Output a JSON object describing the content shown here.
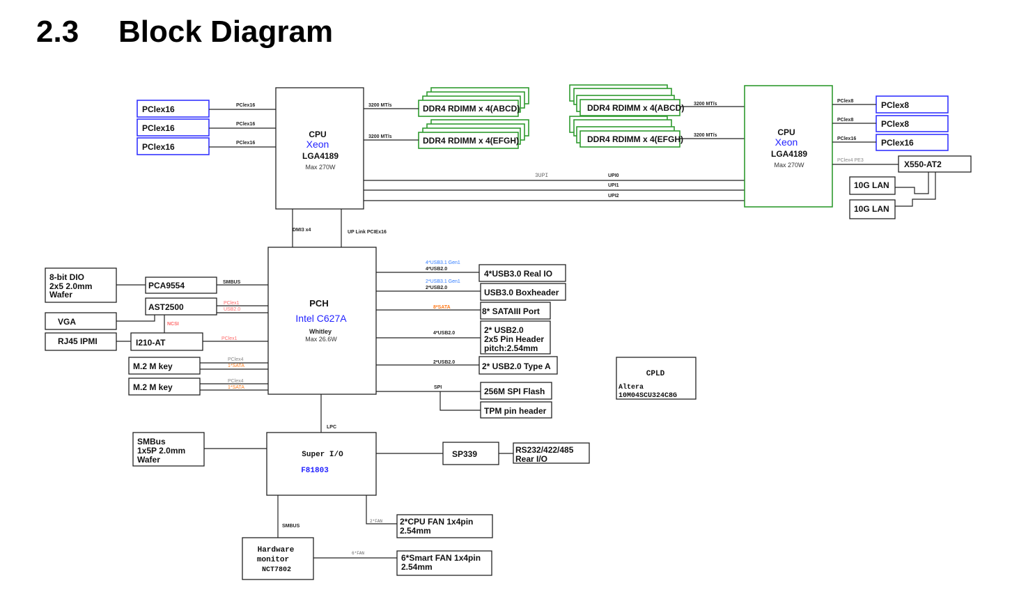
{
  "heading": {
    "number": "2.3",
    "title": "Block Diagram"
  },
  "colors": {
    "pcie_border": "#3333ff",
    "ddr_border": "#2e9a2e",
    "cpu_model": "#2222ff",
    "pink_signal": "#ff6b6b",
    "sata_signal": "#ff7a1a"
  },
  "cpu0": {
    "name": "CPU",
    "model": "Xeon",
    "socket": "LGA4189",
    "power": "Max 270W",
    "pcie_slots": [
      "PClex16",
      "PClex16",
      "PClex16"
    ],
    "pcie_links": [
      "PClex16",
      "PClex16",
      "PClex16"
    ],
    "memory": [
      "DDR4 RDIMM x 4(ABCD)",
      "DDR4 RDIMM x 4(EFGH)"
    ],
    "memory_speed": [
      "3200 MT/s",
      "3200 MT/s"
    ]
  },
  "cpu1": {
    "name": "CPU",
    "model": "Xeon",
    "socket": "LGA4189",
    "power": "Max 270W",
    "memory": [
      "DDR4 RDIMM x 4(ABCD)",
      "DDR4 RDIMM x 4(EFGH)"
    ],
    "memory_speed": [
      "3200 MT/s",
      "3200 MT/s"
    ],
    "pcie_slots": [
      "PClex8",
      "PClex8",
      "PClex16"
    ],
    "pcie_links": [
      "PClex8",
      "PClex8",
      "PClex16"
    ],
    "lan_link": "PClex4  PE3",
    "lan_controller": "X550-AT2",
    "lan_ports": [
      "10G LAN",
      "10G LAN"
    ]
  },
  "upi": {
    "label": "3UPI",
    "links": [
      "UPI0",
      "UPI1",
      "UPI2"
    ]
  },
  "dmi": {
    "label": "DMI3  x4",
    "uplink": "UP  Link  PCIEx16"
  },
  "pch": {
    "name": "PCH",
    "model": "Intel C627A",
    "platform": "Whitley",
    "power": "Max  26.6W",
    "right": [
      {
        "labels": [
          "4*USB3.1  Gen1",
          "4*USB2.0"
        ],
        "target": [
          "4*USB3.0 Real IO"
        ]
      },
      {
        "labels": [
          "2*USB3.1  Gen1",
          "2*USB2.0"
        ],
        "target": [
          "USB3.0  Boxheader"
        ]
      },
      {
        "labels": [
          "8*SATA"
        ],
        "target": [
          "8*  SATAIII  Port"
        ]
      },
      {
        "labels": [
          "4*USB2.0"
        ],
        "target": [
          "2*  USB2.0",
          "2x5  Pin  Header",
          "pitch:2.54mm"
        ]
      },
      {
        "labels": [
          "2*USB2.0"
        ],
        "target": [
          "2*  USB2.0  Type  A"
        ]
      },
      {
        "labels": [
          "SPI"
        ],
        "target": [
          "256M  SPI  Flash"
        ]
      }
    ],
    "tpm": "TPM  pin  header",
    "left": {
      "dio": [
        "8-bit DIO",
        "2x5  2.0mm",
        "Wafer"
      ],
      "pca": "PCA9554",
      "smbus": "SMBUS",
      "bmc": "AST2500",
      "bmc_links": [
        "PClex1",
        "USB2.0"
      ],
      "vga": "VGA",
      "ncsi": "NCSI",
      "nic": "I210-AT",
      "nic_link": "PClex1",
      "rj45": "RJ45  IPMI",
      "m2": [
        {
          "name": "M.2 M key",
          "links": [
            "PClex4",
            "1*SATA"
          ]
        },
        {
          "name": "M.2 M key",
          "links": [
            "PClex4",
            "1*SATA"
          ]
        }
      ]
    }
  },
  "lpc": "LPC",
  "superio": {
    "name": "Super I/O",
    "model": "F81803",
    "smbus_header": [
      "SMBus",
      "1x5P  2.0mm",
      "Wafer"
    ],
    "serial_chip": "SP339",
    "serial_port": [
      "RS232/422/485",
      "Rear I/O"
    ],
    "cpu_fan_label": "2*FAN",
    "cpu_fan": [
      "2*CPU  FAN  1x4pin",
      "2.54mm"
    ],
    "smbus_label": "SMBUS"
  },
  "hwmon": {
    "name": [
      "Hardware",
      "monitor"
    ],
    "model": "NCT7802",
    "fan_label": "6*FAN",
    "fan": [
      "6*Smart  FAN  1x4pin",
      "2.54mm"
    ]
  },
  "cpld": {
    "name": "CPLD",
    "vendor": "Altera",
    "part": "10M04SCU324C8G"
  }
}
